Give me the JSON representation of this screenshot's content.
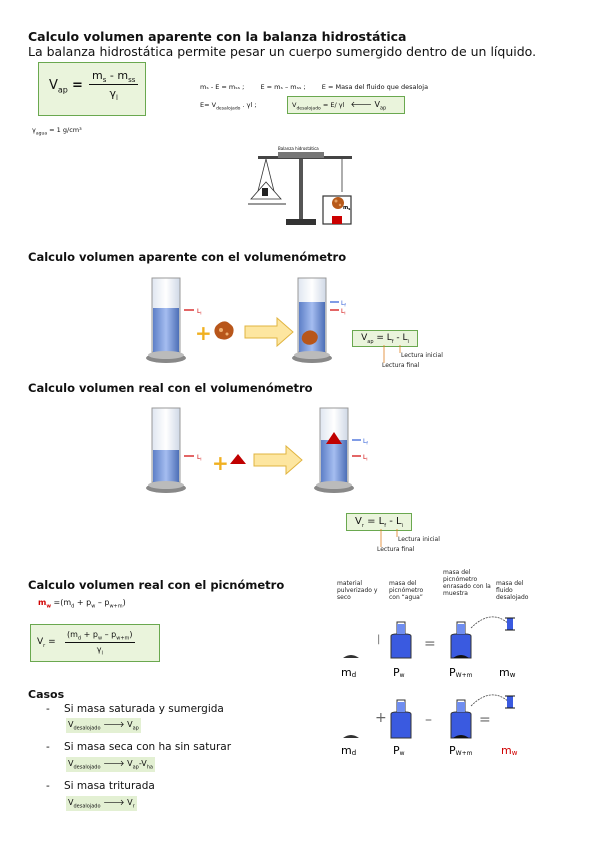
{
  "title1": "Calculo volumen aparente con la balanza hidrostática",
  "subtitle1": "La balanza hidrostática permite pesar un cuerpo sumergido dentro de un líquido.",
  "formula_vap": {
    "lhs": "V",
    "lhs_sub": "ap",
    "num": "m",
    "num_sub": "s",
    "num_mid": " - m",
    "num_sub2": "ss",
    "den": "γ",
    "den_sub": "l"
  },
  "relations_line1": [
    "mₛ - E = mₛₛ ;",
    "E = mₛ – mₛₛ ;",
    "E = Masa del fluido que desaloja"
  ],
  "relations_line2_left": "E= V",
  "relations_line2_left_sub": "desalojado",
  "relations_line2_left_end": " . γl ;",
  "relations_box": "V",
  "relations_box_sub": "desalojado",
  "relations_box_end": " = E/ γl",
  "relations_arrow": "🡐 V",
  "relations_arrow_sub": "ap",
  "gamma_agua": "γ",
  "gamma_agua_sub": "agua",
  "gamma_agua_end": " = 1 g/cm³",
  "balance_label": "Balanza hidrostática",
  "balance_ms_label": "m",
  "balance_ms_sub": "s",
  "title2": "Calculo volumen aparente con el volumenómetro",
  "li_label": "L",
  "li_sub": "i",
  "lf_label": "L",
  "lf_sub": "f",
  "vap_box": "V",
  "vap_box_sub": "ap",
  "vap_box_end": " = L",
  "vap_box_f": "f",
  "vap_box_mid": " - L",
  "vap_box_i": "i",
  "lectura_inicial": "Lectura inicial",
  "lectura_final": "Lectura final",
  "title3": "Calculo volumen real con el volumenómetro",
  "vr_box": "V",
  "vr_box_sub": "r",
  "vr_box_end": " = L",
  "vr_box_f": "f",
  "vr_box_mid": " - L",
  "vr_box_i": "i",
  "title4": "Calculo volumen real con el picnómetro",
  "mw_formula": "m",
  "mw_formula_sub": "w",
  "mw_formula_end": " =(m",
  "mw_formula_d": "d",
  "mw_formula_plus": " + p",
  "mw_formula_w": "w",
  "mw_formula_minus": " – p",
  "mw_formula_wm": "w+m",
  "mw_formula_close": ")",
  "vr_formula": {
    "lhs": "V",
    "lhs_sub": "r",
    "num": "(m",
    "num_d": "d",
    "num_plus": " + p",
    "num_w": "w",
    "num_minus": " – p",
    "num_wm": "w+m",
    "num_close": ")",
    "den": "γ",
    "den_sub": "l"
  },
  "pic_labels": [
    "material pulverizado y seco",
    "masa del picnómetro con “agua”",
    "masa del picnómetro enrasado con la muestra",
    "masa del fluido desalojado"
  ],
  "pic_symbols": [
    {
      "t": "m",
      "s": "d"
    },
    {
      "t": "P",
      "s": "w"
    },
    {
      "t": "P",
      "s": "W+m"
    },
    {
      "t": "m",
      "s": "w"
    }
  ],
  "pic_eq_sign": "=",
  "pic_minus_sign": "–",
  "pic_plus_sign": "+",
  "pic_bar": "|",
  "casos_title": "Casos",
  "casos": [
    {
      "text": "Si masa saturada y sumergida",
      "f": "V",
      "fs": "desalojado",
      "arrow": " 🡒 V",
      "rs": "ap",
      "extra": "",
      "extra_s": ""
    },
    {
      "text": "Si masa seca con ha sin saturar",
      "f": "V",
      "fs": "desalojado",
      "arrow": " 🡒 V",
      "rs": "ap",
      "extra": "-V",
      "extra_s": "ha"
    },
    {
      "text": "Si masa triturada",
      "f": "V",
      "fs": "desalojado",
      "arrow": " 🡒 V",
      "rs": "r",
      "extra": "",
      "extra_s": ""
    }
  ],
  "colors": {
    "accent_green": "#6aa84f",
    "box_green": "#eaf4dc",
    "red": "#d00000",
    "blue": "#2a5ad6"
  }
}
